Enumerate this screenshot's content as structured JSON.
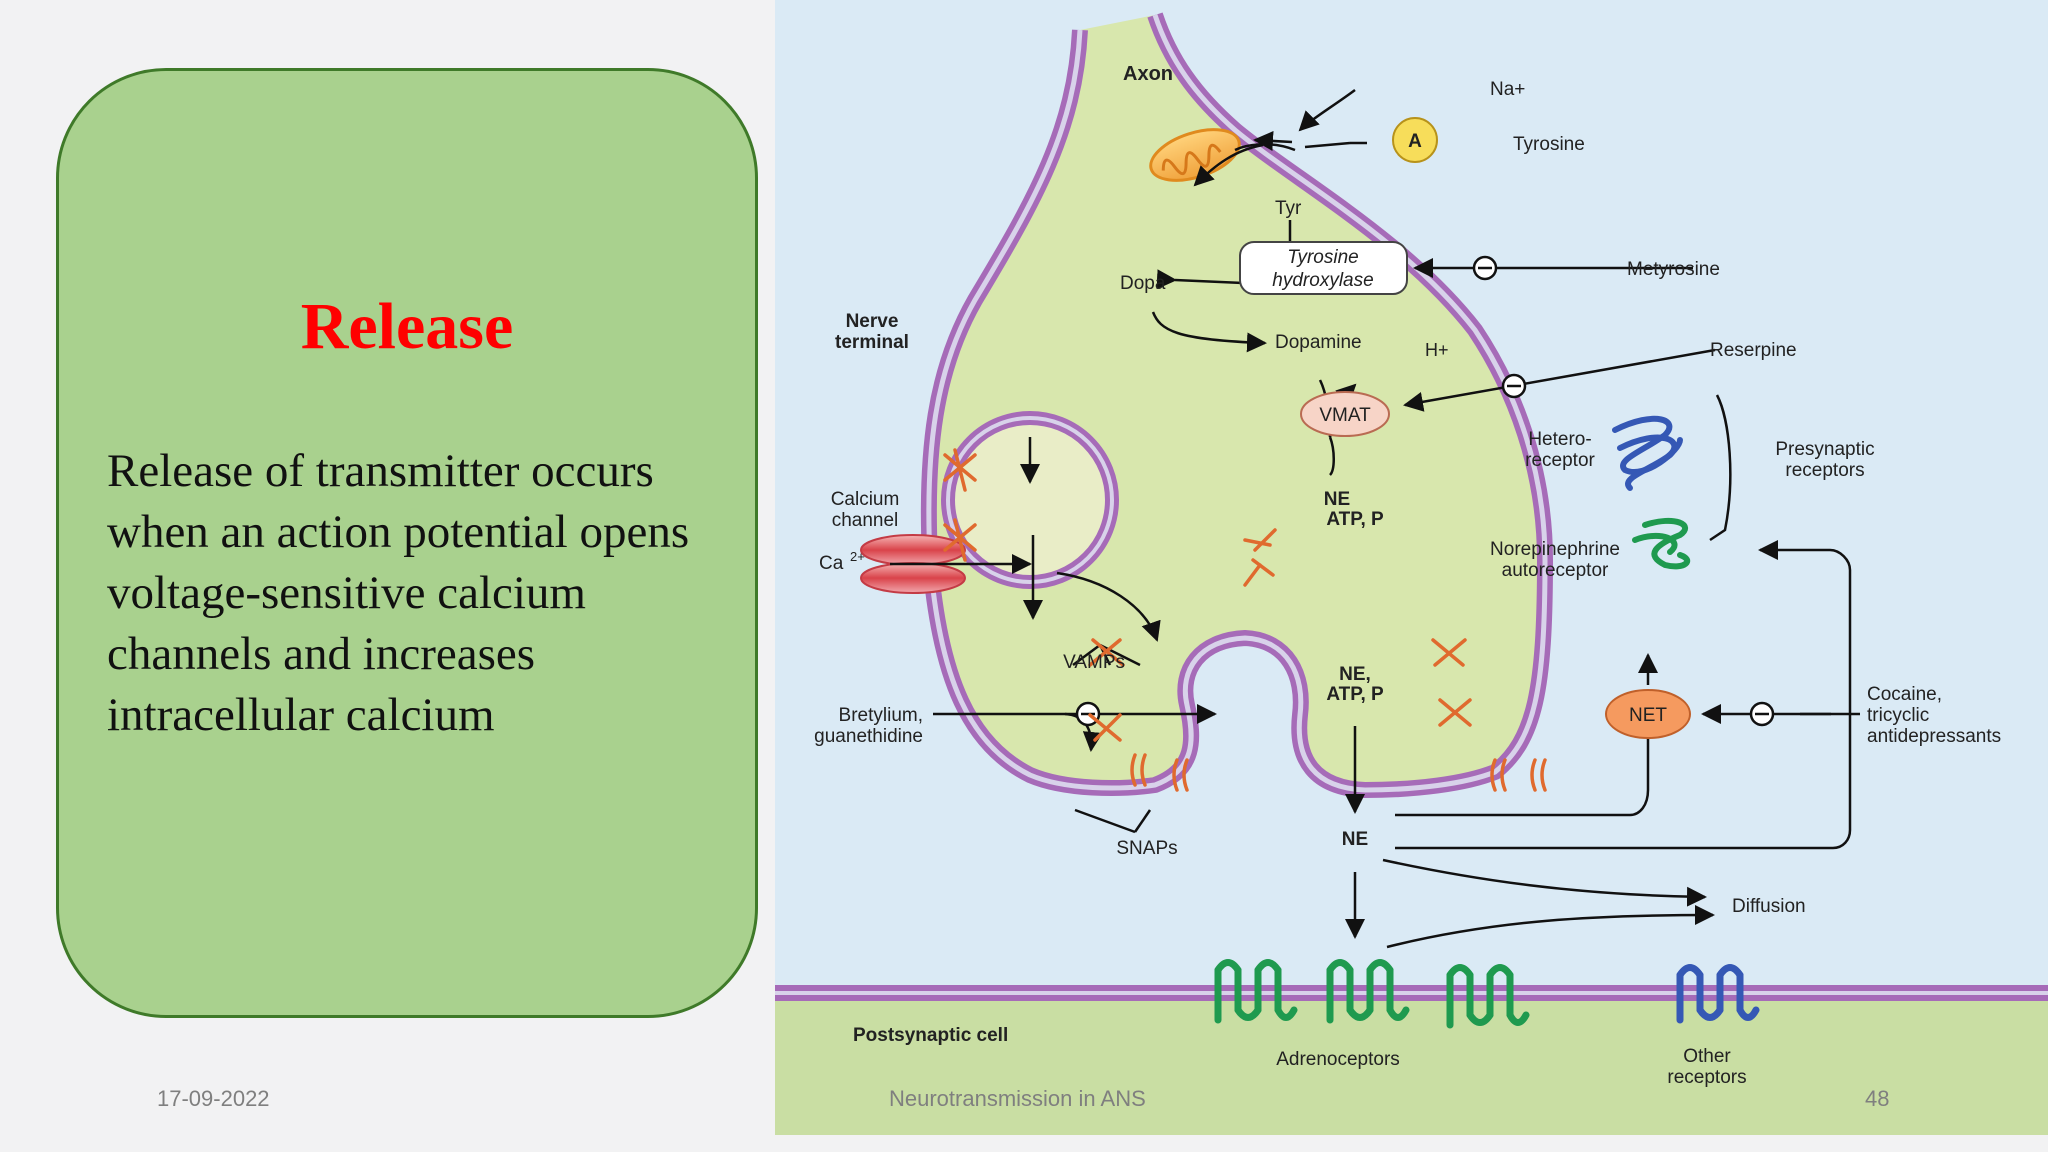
{
  "slide": {
    "title": "Release",
    "body": "Release of transmitter occurs when an action potential opens voltage-sensitive calcium channels and increases intracellular calcium",
    "footer_date": "17-09-2022",
    "footer_title": "Neurotransmission in ANS",
    "page_number": "48"
  },
  "colors": {
    "card_fill": "#a9d18e",
    "card_border": "#3f7a29",
    "title_red": "#ff0000"
  },
  "diagram": {
    "axon": "Axon",
    "na": "Na+",
    "transporter_a": "A",
    "tyrosine": "Tyrosine",
    "tyr": "Tyr",
    "enzyme_line1": "Tyrosine",
    "enzyme_line2": "hydroxylase",
    "metyrosine": "Metyrosine",
    "dopa": "Dopa",
    "dopamine": "Dopamine",
    "hplus": "H+",
    "reserpine": "Reserpine",
    "vmat": "VMAT",
    "ne": "NE",
    "atp_p": "ATP, P",
    "nerve_terminal_1": "Nerve",
    "nerve_terminal_2": "terminal",
    "hetero_1": "Hetero-",
    "hetero_2": "receptor",
    "presyn_1": "Presynaptic",
    "presyn_2": "receptors",
    "calcium_1": "Calcium",
    "calcium_2": "channel",
    "ca": "Ca",
    "ca_charge": "2+",
    "nor_1": "Norepinephrine",
    "nor_2": "autoreceptor",
    "vamps": "VAMPs",
    "ne_comma": "NE,",
    "net": "NET",
    "cocaine_1": "Cocaine,",
    "cocaine_2": "tricyclic",
    "cocaine_3": "antidepressants",
    "bretylium_1": "Bretylium,",
    "bretylium_2": "guanethidine",
    "snaps": "SNAPs",
    "diffusion": "Diffusion",
    "postsynaptic": "Postsynaptic cell",
    "adrenoceptors": "Adrenoceptors",
    "other_1": "Other",
    "other_2": "receptors"
  }
}
